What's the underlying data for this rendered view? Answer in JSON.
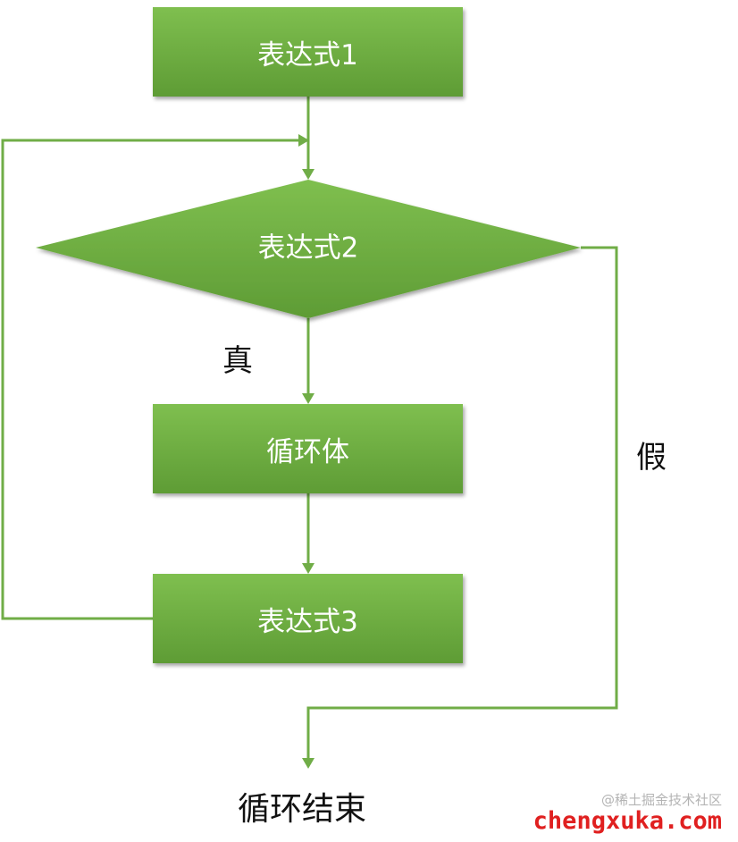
{
  "nodes": {
    "expr1": "表达式1",
    "expr2": "表达式2",
    "body": "循环体",
    "expr3": "表达式3",
    "end": "循环结束"
  },
  "labels": {
    "true": "真",
    "false": "假"
  },
  "watermark": {
    "site": "@稀土掘金技术社区",
    "domain": "chengxuka.com"
  },
  "colors": {
    "node_fill_top": "#7fbf4f",
    "node_fill_bottom": "#5e9c35",
    "connector": "#70ad47",
    "watermark_red": "#e02020"
  }
}
